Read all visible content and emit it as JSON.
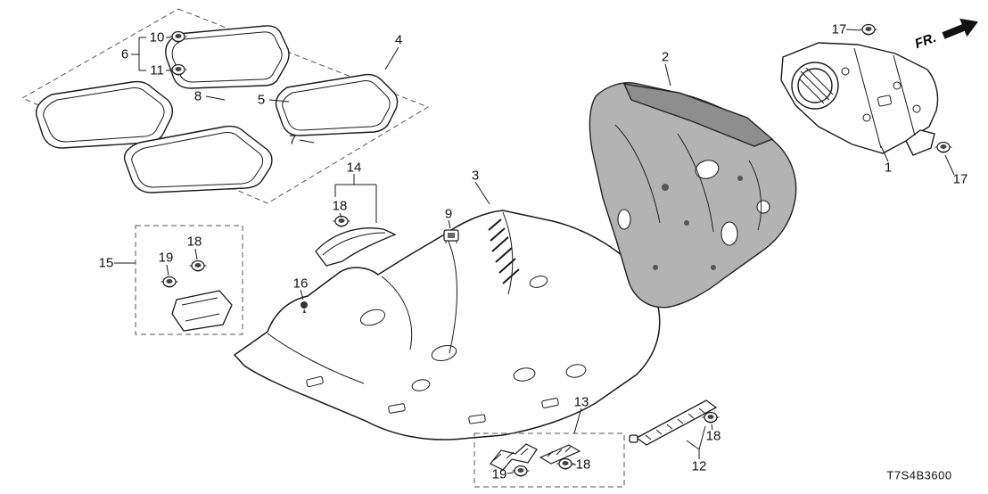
{
  "diagram_code": "T7S4B3600",
  "fr_label": "FR.",
  "callouts": {
    "1": "1",
    "2": "2",
    "3": "3",
    "4": "4",
    "5": "5",
    "6": "6",
    "7": "7",
    "8": "8",
    "9": "9",
    "10": "10",
    "11": "11",
    "12": "12",
    "13": "13",
    "14": "14",
    "15": "15",
    "16": "16",
    "17": "17",
    "18": "18",
    "19": "19"
  }
}
